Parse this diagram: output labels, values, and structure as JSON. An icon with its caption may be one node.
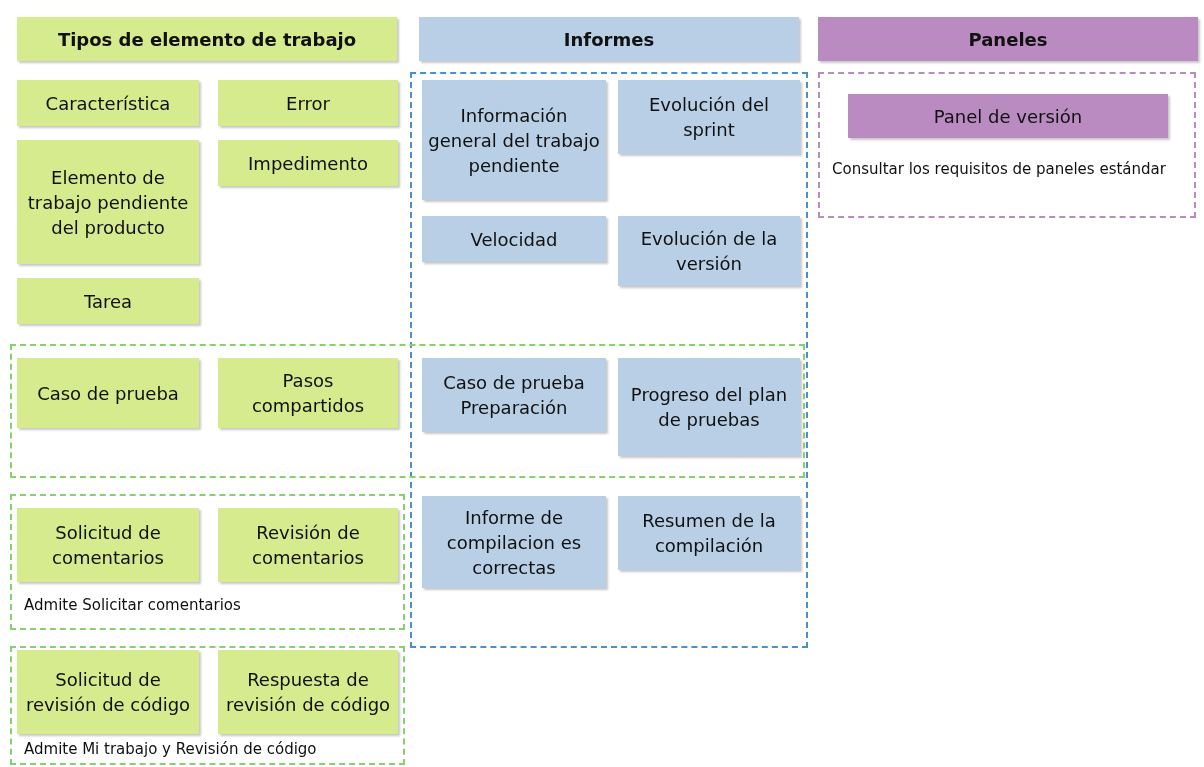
{
  "diagram": {
    "nodes": [
      {
        "text": [
          "Tipos de elemento de trabajo"
        ]
      },
      {
        "text": [
          "Informes"
        ]
      },
      {
        "text": [
          "Paneles"
        ]
      },
      {
        "text": [
          "Característica"
        ]
      },
      {
        "text": [
          "Error"
        ]
      },
      {
        "text": [
          "Elemento de trabajo pendiente del producto"
        ]
      },
      {
        "text": [
          "Impedimento"
        ]
      },
      {
        "text": [
          "Tarea"
        ]
      },
      {
        "text": [],
        "shape": "box"
      },
      {
        "text": [
          "Información general del trabajo pendiente"
        ],
        "in": 8
      },
      {
        "text": [
          "Evolución del sprint"
        ],
        "in": 8
      },
      {
        "text": [
          "Velocidad"
        ],
        "in": 8
      },
      {
        "text": [
          "Evolución de la versión"
        ],
        "in": 8
      },
      {
        "text": [
          "Consultar los requisitos de paneles estándar"
        ]
      },
      {
        "text": [
          "Panel de versión"
        ],
        "in": 13
      },
      {
        "text": [],
        "shape": "box"
      },
      {
        "text": [
          "Caso de prueba"
        ],
        "in": 15
      },
      {
        "text": [
          "Pasos compartidos"
        ],
        "in": 15
      },
      {
        "text": [
          "Caso de prueba Preparación"
        ]
      },
      {
        "text": [
          "Progreso del plan de pruebas"
        ]
      },
      {
        "text": [
          "Admite Solicitar comentarios"
        ]
      },
      {
        "text": [
          "Solicitud de comentarios"
        ],
        "in": 20
      },
      {
        "text": [
          "Revisión de comentarios"
        ],
        "in": 20
      },
      {
        "text": [
          "Informe de compilacion es correctas"
        ],
        "in": 8
      },
      {
        "text": [
          "Resumen de la compilación"
        ],
        "in": 8
      },
      {
        "text": [
          "Admite Mi trabajo y Revisión de código"
        ]
      },
      {
        "text": [
          "Solicitud de revisión de código"
        ],
        "in": 25
      },
      {
        "text": [
          "Respuesta de revisión de código"
        ],
        "in": 25
      }
    ],
    "edges": []
  }
}
